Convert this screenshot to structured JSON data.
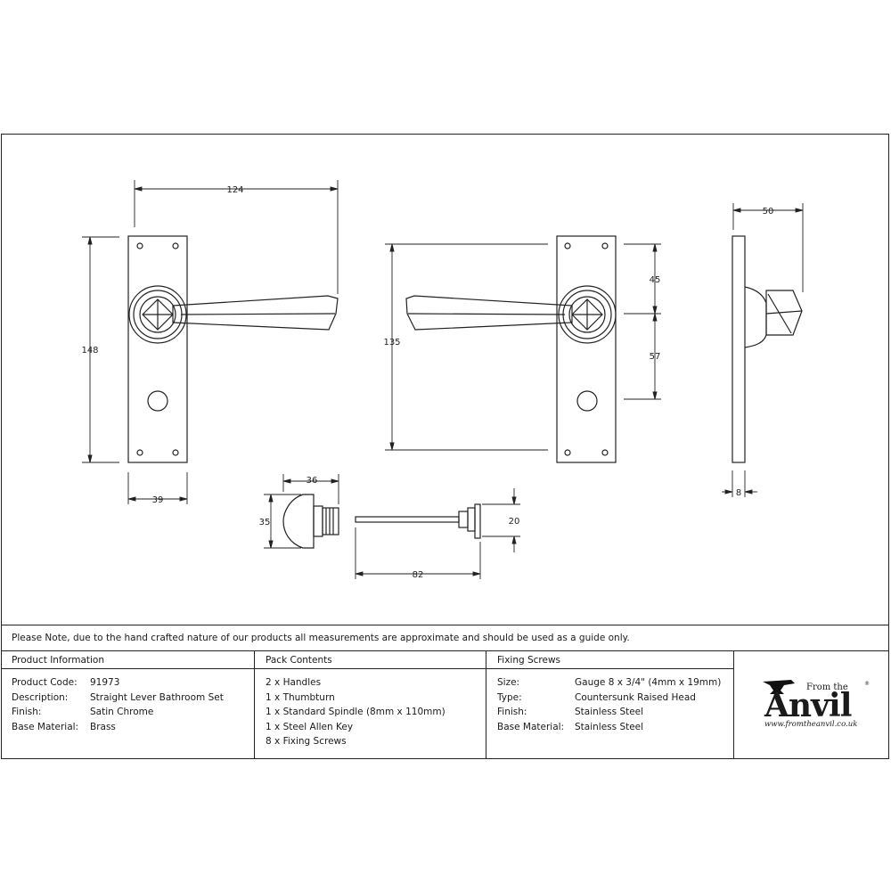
{
  "dimensions": {
    "front_width": "124",
    "front_height": "148",
    "plate_width": "39",
    "overall_height": "135",
    "lever_to_top": "45",
    "lever_to_turn": "57",
    "projection": "50",
    "plate_thickness": "8",
    "thumbturn_length": "36",
    "thumbturn_diameter": "35",
    "spindle_length": "82",
    "release_diameter": "20"
  },
  "note": "Please Note, due to the hand crafted nature of our products all measurements are approximate and should be used as a guide only.",
  "product_info": {
    "header": "Product Information",
    "rows": [
      {
        "label": "Product Code:",
        "value": "91973"
      },
      {
        "label": "Description:",
        "value": "Straight Lever Bathroom Set"
      },
      {
        "label": "Finish:",
        "value": "Satin Chrome"
      },
      {
        "label": "Base Material:",
        "value": "Brass"
      }
    ]
  },
  "pack_contents": {
    "header": "Pack Contents",
    "items": [
      "2 x Handles",
      "1 x Thumbturn",
      "1 x Standard Spindle (8mm x 110mm)",
      "1 x Steel Allen Key",
      "8 x Fixing Screws"
    ]
  },
  "fixing_screws": {
    "header": "Fixing Screws",
    "rows": [
      {
        "label": "Size:",
        "value": "Gauge 8 x 3/4\" (4mm x 19mm)"
      },
      {
        "label": "Type:",
        "value": "Countersunk Raised Head"
      },
      {
        "label": "Finish:",
        "value": "Stainless Steel"
      },
      {
        "label": "Base Material:",
        "value": "Stainless Steel"
      }
    ]
  },
  "logo": {
    "from_the": "From the",
    "word": "Anvil",
    "registered": "®",
    "url": "www.fromtheanvil.co.uk"
  }
}
